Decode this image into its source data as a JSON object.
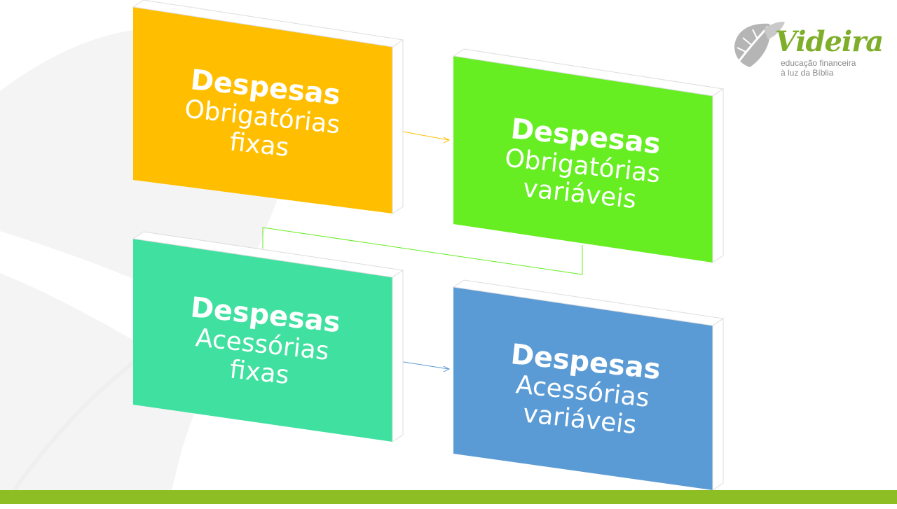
{
  "blocks": [
    {
      "title": "Despesas",
      "line1": "Obrigatórias",
      "line2": "fixas",
      "color": "#FFBF00",
      "shade": "#E6A800"
    },
    {
      "title": "Despesas",
      "line1": "Obrigatórias",
      "line2": "variáveis",
      "color": "#66EE22",
      "shade": "#4FCC14"
    },
    {
      "title": "Despesas",
      "line1": "Acessórias",
      "line2": "fixas",
      "color": "#40E0A0",
      "shade": "#2FBF83"
    },
    {
      "title": "Despesas",
      "line1": "Acessórias",
      "line2": "variáveis",
      "color": "#5B9BD5",
      "shade": "#477EB0"
    }
  ],
  "logo": {
    "name": "Videira",
    "tagline1": "educação financeira",
    "tagline2": "à luz da Bíblia",
    "brand_color": "#7FAE2B",
    "icon": "leaf-icon"
  },
  "bottom_bar_color": "#8DBF24"
}
